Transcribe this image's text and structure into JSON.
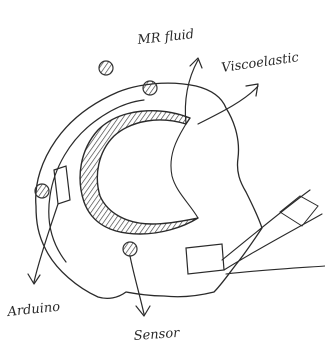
{
  "labels": {
    "mr_fluid": "MR fluid",
    "viscoelastic": "Viscoelastic",
    "arduino": "Arduino",
    "sensor": "Sensor"
  },
  "colors": {
    "ink": "#2a2a2a",
    "hatch": "#3a3a3a",
    "dot": "#333333",
    "paper": "#ffffff"
  }
}
